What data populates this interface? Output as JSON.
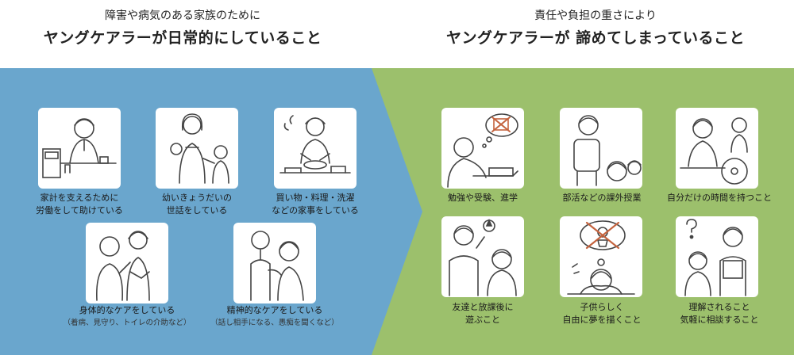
{
  "left": {
    "subtitle": "障害や病気のある家族のために",
    "title": "ヤングケアラーが日常的にしていること",
    "items": [
      {
        "line1": "家計を支えるために",
        "line2": "労働をして助けている",
        "note": ""
      },
      {
        "line1": "幼いきょうだいの",
        "line2": "世話をしている",
        "note": ""
      },
      {
        "line1": "買い物・料理・洗濯",
        "line2": "などの家事をしている",
        "note": ""
      },
      {
        "line1": "身体的なケアをしている",
        "line2": "",
        "note": "（着病、見守り、トイレの介助など）"
      },
      {
        "line1": "精神的なケアをしている",
        "line2": "",
        "note": "（話し相手になる、愚痴を聞くなど）"
      }
    ]
  },
  "right": {
    "subtitle": "責任や負担の重さにより",
    "title": "ヤングケアラーが 諦めてしまっていること",
    "items": [
      {
        "line1": "勉強や受験、進学",
        "line2": ""
      },
      {
        "line1": "部活などの課外授業",
        "line2": ""
      },
      {
        "line1": "自分だけの時間を持つこと",
        "line2": ""
      },
      {
        "line1": "友達と放課後に",
        "line2": "遊ぶこと"
      },
      {
        "line1": "子供らしく",
        "line2": "自由に夢を描くこと"
      },
      {
        "line1": "理解されること",
        "line2": "気軽に相談すること"
      }
    ]
  },
  "colors": {
    "blue_panel": "#6aa6cd",
    "green_panel": "#9cc06c",
    "card_bg": "#ffffff",
    "line_art": "#444444"
  }
}
